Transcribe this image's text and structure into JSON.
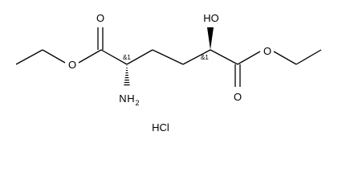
{
  "molecule": {
    "atoms": {
      "carbonyl_o_left": "O",
      "ester_o_left": "O",
      "amine_n": "N",
      "amine_h": "H",
      "amine_h_count": "2",
      "hydroxyl": "HO",
      "carbonyl_o_right": "O",
      "ester_o_right": "O"
    },
    "stereo_labels": {
      "alpha_carbon": "&1",
      "hydroxy_carbon": "&1"
    },
    "salt": "HCl"
  }
}
